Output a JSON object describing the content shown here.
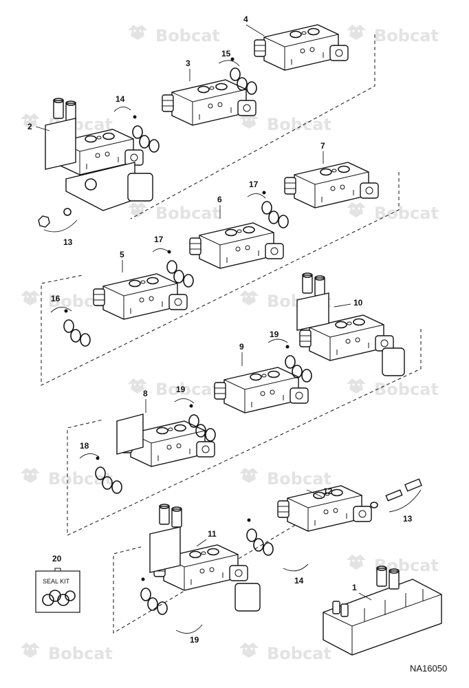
{
  "watermark": {
    "brand": "Bobcat",
    "logo_icon": "bobcat-logo-icon"
  },
  "diagram_code": "NA16050",
  "seal_kit": {
    "number": "20",
    "label": "SEAL KIT"
  },
  "callouts": [
    {
      "id": "c1",
      "label": "1"
    },
    {
      "id": "c2",
      "label": "2"
    },
    {
      "id": "c3",
      "label": "3"
    },
    {
      "id": "c4",
      "label": "4"
    },
    {
      "id": "c5",
      "label": "5"
    },
    {
      "id": "c6",
      "label": "6"
    },
    {
      "id": "c7",
      "label": "7"
    },
    {
      "id": "c8",
      "label": "8"
    },
    {
      "id": "c9",
      "label": "9"
    },
    {
      "id": "c10",
      "label": "10"
    },
    {
      "id": "c11",
      "label": "11"
    },
    {
      "id": "c12",
      "label": "12"
    },
    {
      "id": "c13a",
      "label": "13"
    },
    {
      "id": "c13b",
      "label": "13"
    },
    {
      "id": "c14a",
      "label": "14"
    },
    {
      "id": "c14b",
      "label": "14"
    },
    {
      "id": "c15",
      "label": "15"
    },
    {
      "id": "c16",
      "label": "16"
    },
    {
      "id": "c17a",
      "label": "17"
    },
    {
      "id": "c17b",
      "label": "17"
    },
    {
      "id": "c18",
      "label": "18"
    },
    {
      "id": "c19a",
      "label": "19"
    },
    {
      "id": "c19b",
      "label": "19"
    },
    {
      "id": "c19c",
      "label": "19"
    }
  ]
}
